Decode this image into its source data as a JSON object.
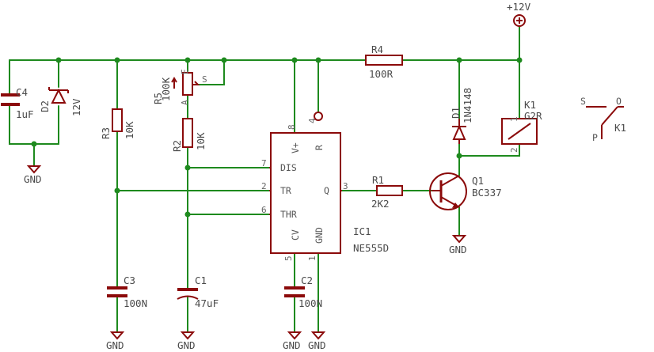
{
  "supply": {
    "label": "+12V"
  },
  "ground_label": "GND",
  "components": {
    "c4": {
      "ref": "C4",
      "value": "1uF"
    },
    "d2": {
      "ref": "D2",
      "value": "12V"
    },
    "r3": {
      "ref": "R3",
      "value": "10K"
    },
    "r5": {
      "ref": "R5",
      "value": "100K",
      "pin_e": "E",
      "pin_a": "A",
      "pin_s": "S"
    },
    "r2": {
      "ref": "R2",
      "value": "10K"
    },
    "r4": {
      "ref": "R4",
      "value": "100R"
    },
    "d1": {
      "ref": "D1",
      "value": "1N4148"
    },
    "k1": {
      "ref": "K1",
      "value": "G2R",
      "pin1": "1",
      "pin2": "2"
    },
    "k1_switch": {
      "ref": "K1",
      "s": "S",
      "o": "O",
      "p": "P"
    },
    "ic1": {
      "ref": "IC1",
      "value": "NE555D",
      "pins": [
        {
          "num": "7",
          "name": "DIS"
        },
        {
          "num": "2",
          "name": "TR"
        },
        {
          "num": "6",
          "name": "THR"
        },
        {
          "num": "8",
          "name": "V+"
        },
        {
          "num": "4",
          "name": "R"
        },
        {
          "num": "3",
          "name": "Q"
        },
        {
          "num": "5",
          "name": "CV"
        },
        {
          "num": "1",
          "name": "GND"
        }
      ]
    },
    "r1": {
      "ref": "R1",
      "value": "2K2"
    },
    "q1": {
      "ref": "Q1",
      "value": "BC337"
    },
    "c3": {
      "ref": "C3",
      "value": "100N"
    },
    "c1": {
      "ref": "C1",
      "value": "47uF"
    },
    "c2": {
      "ref": "C2",
      "value": "100N"
    }
  }
}
